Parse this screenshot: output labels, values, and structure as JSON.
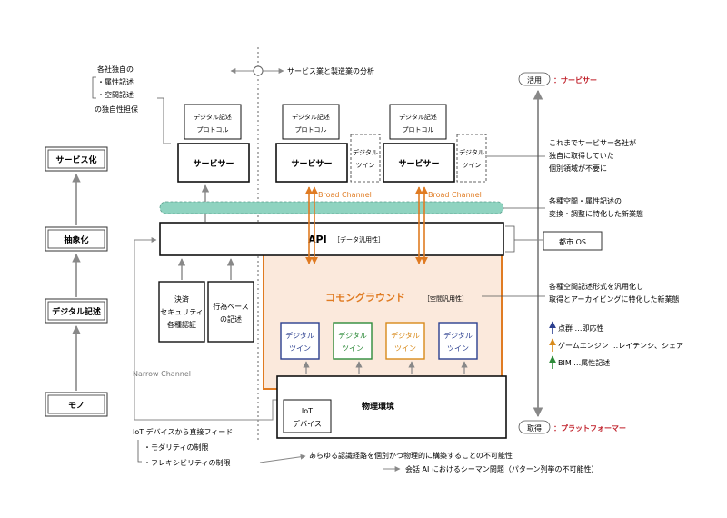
{
  "left_stack": {
    "service": "サービス化",
    "abstract": "抽象化",
    "digital": "デジタル記述",
    "mono": "モノ"
  },
  "top_note": {
    "line1": "各社独自の",
    "line2": "・属性記述",
    "line3": "・空間記述",
    "line4": "の独自性担保"
  },
  "divider_label": "サービス業と製造業の分析",
  "servicers": [
    {
      "label": "サービサー",
      "protocol_l1": "デジタル記述",
      "protocol_l2": "プロトコル"
    },
    {
      "label": "サービサー",
      "protocol_l1": "デジタル記述",
      "protocol_l2": "プロトコル",
      "twin_l1": "デジタル",
      "twin_l2": "ツイン"
    },
    {
      "label": "サービサー",
      "protocol_l1": "デジタル記述",
      "protocol_l2": "プロトコル",
      "twin_l1": "デジタル",
      "twin_l2": "ツイン"
    }
  ],
  "broad_channel": "Broad Channel",
  "api": {
    "title": "API",
    "note": "［データ汎用性］"
  },
  "city_os": "都市 OS",
  "commons": {
    "title": "コモングラウンド",
    "note": "［空間汎用性］"
  },
  "twins": [
    {
      "l1": "デジタル",
      "l2": "ツイン",
      "color": "#2b3f8f"
    },
    {
      "l1": "デジタル",
      "l2": "ツイン",
      "color": "#2e8b3a"
    },
    {
      "l1": "デジタル",
      "l2": "ツイン",
      "color": "#d88a1a"
    },
    {
      "l1": "デジタル",
      "l2": "ツイン",
      "color": "#2b3f8f"
    }
  ],
  "small_boxes": {
    "payment_l1": "決済",
    "payment_l2": "セキュリティ",
    "payment_l3": "各種認証",
    "behavior_l1": "行為ベース",
    "behavior_l2": "の記述"
  },
  "narrow_channel": "Narrow Channel",
  "physical": "物理環境",
  "iot": {
    "l1": "IoT",
    "l2": "デバイス"
  },
  "right_axis": {
    "top_tag": "活用",
    "top_label": "：サービサー",
    "bottom_tag": "取得",
    "bottom_label": "：プラットフォーマー",
    "accent": "#c0202a"
  },
  "right_notes": {
    "n1_l1": "これまでサービサー各社が",
    "n1_l2": "独自に取得していた",
    "n1_l3": "個別領域が不要に",
    "n2_l1": "各種空間・属性記述の",
    "n2_l2": "変換・調整に特化した新業態",
    "n3_l1": "各種空間記述形式を汎用化し",
    "n3_l2": "取得とアーカイビングに特化した新業態"
  },
  "legend": [
    {
      "text": "点群 …即応性",
      "color": "#2b3f8f"
    },
    {
      "text": "ゲームエンジン …レイテンシ、シェア",
      "color": "#d88a1a"
    },
    {
      "text": "BIM …属性記述",
      "color": "#2e8b3a"
    }
  ],
  "bottom_note": {
    "line1": "IoT デバイスから直接フィード",
    "line2": "・モダリティの制限",
    "line3": "・フレキシビリティの制限",
    "arrow1": "あらゆる認識経路を個別かつ物理的に構築することの不可能性",
    "arrow2": "会話 AI におけるシーマン問題（パターン列挙の不可能性）"
  },
  "colors": {
    "orange": "#e07b22",
    "commons_fill": "#fbe9dc",
    "teal": "#8fd3c0",
    "gray": "#888888"
  }
}
